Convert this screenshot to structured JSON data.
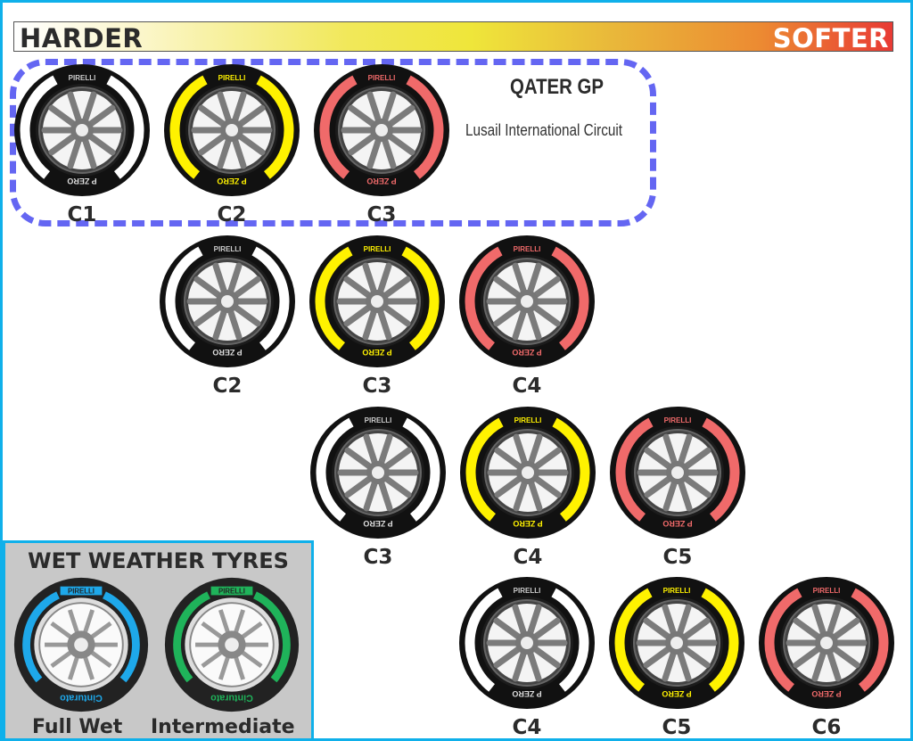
{
  "scale": {
    "harder_label": "HARDER",
    "softer_label": "SOFTER"
  },
  "event": {
    "title": "QATER GP",
    "circuit": "Lusail International Circuit"
  },
  "colors": {
    "hard": "#ffffff",
    "medium": "#fff200",
    "soft": "#f06a6a",
    "full_wet": "#1ea8ea",
    "intermediate": "#1fb35a",
    "frame": "#0fb0ea",
    "highlight": "#6466f2"
  },
  "rows": [
    {
      "selected": true,
      "tyres": [
        {
          "compound": "C1",
          "band": "hard"
        },
        {
          "compound": "C2",
          "band": "medium"
        },
        {
          "compound": "C3",
          "band": "soft"
        }
      ]
    },
    {
      "selected": false,
      "tyres": [
        {
          "compound": "C2",
          "band": "hard"
        },
        {
          "compound": "C3",
          "band": "medium"
        },
        {
          "compound": "C4",
          "band": "soft"
        }
      ]
    },
    {
      "selected": false,
      "tyres": [
        {
          "compound": "C3",
          "band": "hard"
        },
        {
          "compound": "C4",
          "band": "medium"
        },
        {
          "compound": "C5",
          "band": "soft"
        }
      ]
    },
    {
      "selected": false,
      "tyres": [
        {
          "compound": "C4",
          "band": "hard"
        },
        {
          "compound": "C5",
          "band": "medium"
        },
        {
          "compound": "C6",
          "band": "soft"
        }
      ]
    }
  ],
  "tyre_text": {
    "brand": "PIRELLI",
    "slick_model": "P ZERO",
    "wet_model": "Cinturato"
  },
  "wet": {
    "title": "WET WEATHER TYRES",
    "tyres": [
      {
        "label": "Full Wet",
        "band": "full_wet"
      },
      {
        "label": "Intermediate",
        "band": "intermediate"
      }
    ]
  }
}
